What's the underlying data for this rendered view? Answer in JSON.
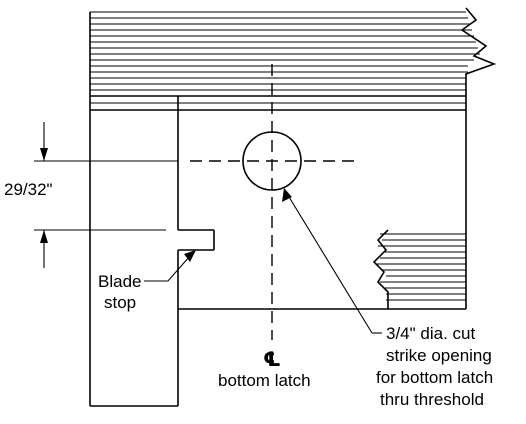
{
  "drawing": {
    "dimension": {
      "label": "29/32\""
    },
    "blade_stop": {
      "line1": "Blade",
      "line2": "stop"
    },
    "centerline": {
      "symbol": "℄",
      "label": "bottom latch"
    },
    "hole_note": {
      "line1": "3/4\" dia. cut",
      "line2": "strike opening",
      "line3": "for bottom latch",
      "line4": "thru threshold"
    }
  }
}
